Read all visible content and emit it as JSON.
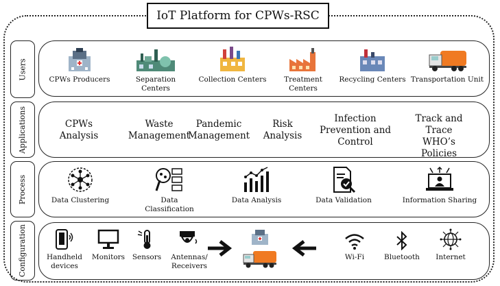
{
  "title": "IoT Platform for CPWs-RSC",
  "layers": {
    "users": {
      "label": "Users",
      "items": [
        "CPWs Producers",
        "Separation Centers",
        "Collection Centers",
        "Treatment Centers",
        "Recycling Centers",
        "Transportation Unit"
      ]
    },
    "applications": {
      "label": "Applications",
      "items": [
        "CPWs Analysis",
        "Waste Management",
        "Pandemic Management",
        "Risk Analysis",
        "Infection Prevention and Control",
        "Track and Trace WHO’s Policies"
      ]
    },
    "process": {
      "label": "Process",
      "items": [
        "Data Clustering",
        "Data Classification",
        "Data Analysis",
        "Data Validation",
        "Information Sharing"
      ]
    },
    "configuration": {
      "label": "Configuration",
      "devices": [
        "Handheld devices",
        "Monitors",
        "Sensors",
        "Antennas/ Receivers"
      ],
      "connectivity": [
        "Wi-Fi",
        "Bluetooth",
        "Internet"
      ]
    }
  },
  "icons": {
    "users": [
      "hospital-icon",
      "separation-plant-icon",
      "collection-plant-icon",
      "treatment-plant-icon",
      "recycling-plant-icon",
      "truck-icon"
    ],
    "process": [
      "clustering-icon",
      "classification-icon",
      "analysis-chart-icon",
      "validation-icon",
      "sharing-icon"
    ],
    "devices": [
      "smartphone-icon",
      "monitor-icon",
      "thermometer-icon",
      "antenna-icon"
    ],
    "connectivity": [
      "wifi-icon",
      "bluetooth-icon",
      "globe-icon"
    ]
  }
}
